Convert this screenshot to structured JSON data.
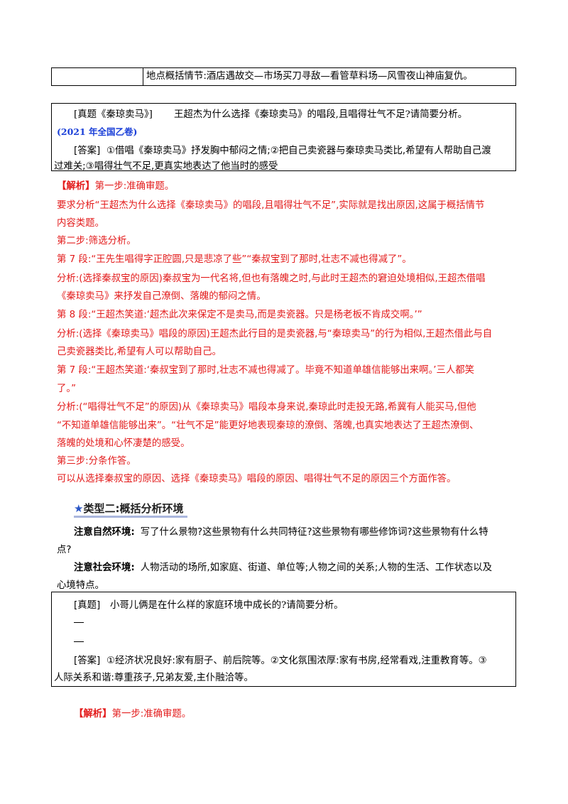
{
  "top_table": {
    "cell2": "地点概括情节:酒店遇故交—市场买刀寻敌—看管草料场—风雪夜山神庙复仇。"
  },
  "q1": {
    "label": "[真题《秦琼卖马》]",
    "question": "王超杰为什么选择《秦琼卖马》的唱段,且唱得壮气不足?请简要分析。",
    "source": "(2021 年全国乙卷)",
    "answer_label": "[答案]",
    "answer_line1": "①借唱《秦琼卖马》抒发胸中郁闷之情;②把自己卖瓷器与秦琼卖马类比,希望有人帮助自己渡",
    "answer_line2": "过难关;③唱得壮气不足,更真实地表达了他当时的感受"
  },
  "analysis1": {
    "tag": "【解析】",
    "lines": [
      "第一步:准确审题。",
      "要求分析“王超杰为什么选择《秦琼卖马》的唱段,且唱得壮气不足”,实际就是找出原因,这属于概括情节",
      "内容类题。",
      "第二步:筛选分析。",
      "第 7 段:“王先生唱得字正腔圆,只是悲凉了些”“秦叔宝到了那时,壮志不减也得减了”。",
      "分析:(选择秦叔宝的原因)秦叔宝为一代名将,但也有落魄之时,与此时王超杰的窘迫处境相似,王超杰借唱",
      "《秦琼卖马》来抒发自己潦倒、落魄的郁闷之情。",
      "第 8 段:“王超杰笑道:‘超杰此次来保定不是卖马,而是卖瓷器。只是杨老板不肯成交啊。’”",
      "分析:(选择《秦琼卖马》唱段的原因)王超杰此行目的是卖瓷器,与“秦琼卖马”的行为相似,王超杰借此与自",
      "己卖瓷器类比,希望有人可以帮助自己。",
      "第 7 段:“王超杰笑道:‘秦叔宝到了那时,壮志不减也得减了。毕竟不知道单雄信能够出来啊。’三人都笑",
      "了。”",
      "分析:(“唱得壮气不足”的原因)从《秦琼卖马》唱段本身来说,秦琼此时走投无路,希冀有人能买马,但他",
      "“不知道单雄信能够出来”。“壮气不足”能更好地表现秦琼的潦倒、落魄,也真实地表达了王超杰潦倒、",
      "落魄的处境和心怀凄楚的感受。",
      "第三步:分条作答。",
      "可以从选择秦叔宝的原因、选择《秦琼卖马》唱段的原因、唱得壮气不足的原因三个方面作答。"
    ]
  },
  "type2": {
    "star": "★",
    "heading": "类型二:概括分析环境"
  },
  "natural_env": {
    "label": "注意自然环境:",
    "line1": "写了什么景物?这些景物有什么共同特征?这些景物有哪些修饰词?这些景物有什么特",
    "line2": "点?"
  },
  "social_env": {
    "label": "注意社会环境:",
    "line1": "人物活动的场所,如家庭、街道、单位等;人物之间的关系;人物的生活、工作状态以及",
    "line2": "心境特点。"
  },
  "q2": {
    "label": "[真题]",
    "question": "小哥儿俩是在什么样的家庭环境中成长的?请简要分析。",
    "answer_label": "[答案]",
    "answer_line1": "①经济状况良好:家有厨子、前后院等。②文化氛围浓厚:家有书房,经常看戏,注重教育等。③",
    "answer_line2": "人际关系和谐:尊重孩子,兄弟友爱,主仆融洽等。"
  },
  "analysis2": {
    "tag": "【解析】",
    "text": "第一步:准确审题。"
  }
}
